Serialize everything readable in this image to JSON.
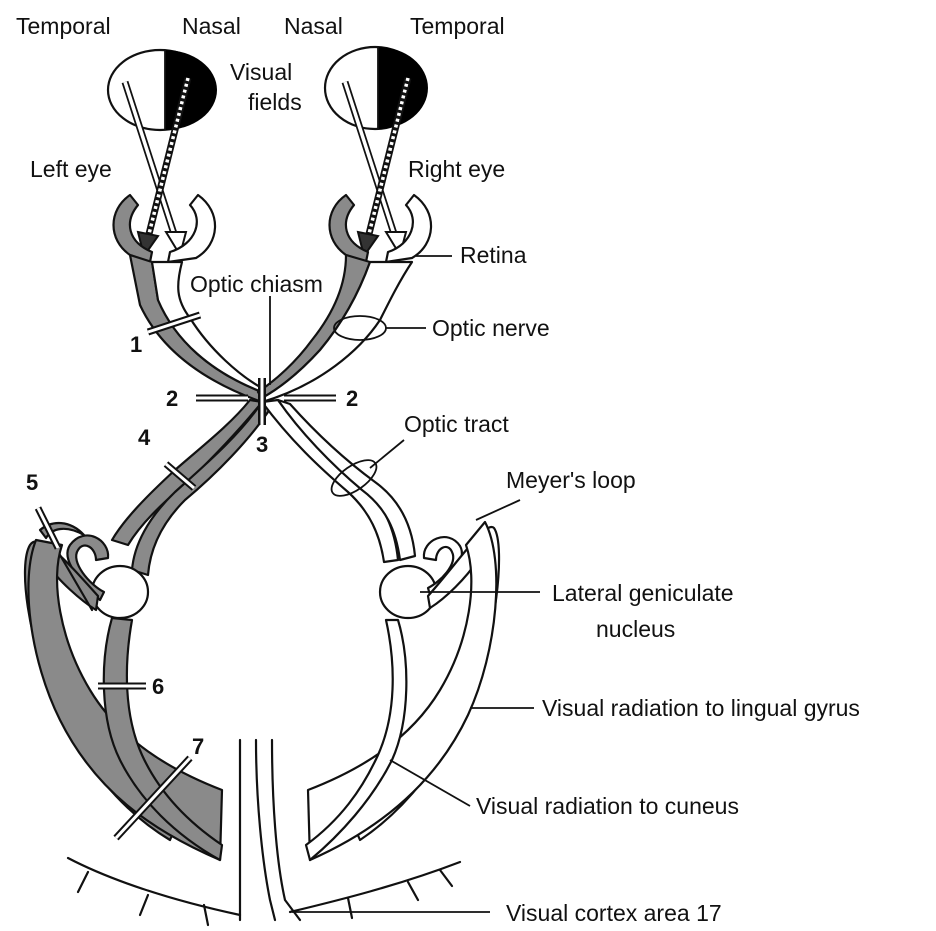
{
  "labels": {
    "temporal_left": "Temporal",
    "nasal_left": "Nasal",
    "nasal_right": "Nasal",
    "temporal_right": "Temporal",
    "visual_fields_1": "Visual",
    "visual_fields_2": "fields",
    "left_eye": "Left eye",
    "right_eye": "Right eye",
    "retina": "Retina",
    "optic_chiasm": "Optic chiasm",
    "optic_nerve": "Optic nerve",
    "optic_tract": "Optic tract",
    "meyers_loop": "Meyer's loop",
    "lgn_1": "Lateral geniculate",
    "lgn_2": "nucleus",
    "radiation_lingual": "Visual radiation to lingual gyrus",
    "radiation_cuneus": "Visual radiation to cuneus",
    "visual_cortex": "Visual cortex area 17"
  },
  "lesions": {
    "n1": "1",
    "n2_left": "2",
    "n2_right": "2",
    "n3": "3",
    "n4": "4",
    "n5": "5",
    "n6": "6",
    "n7": "7"
  },
  "colors": {
    "lesion_pathway": "#8a8a8a",
    "field_blind": "#000000",
    "outline": "#111111"
  }
}
